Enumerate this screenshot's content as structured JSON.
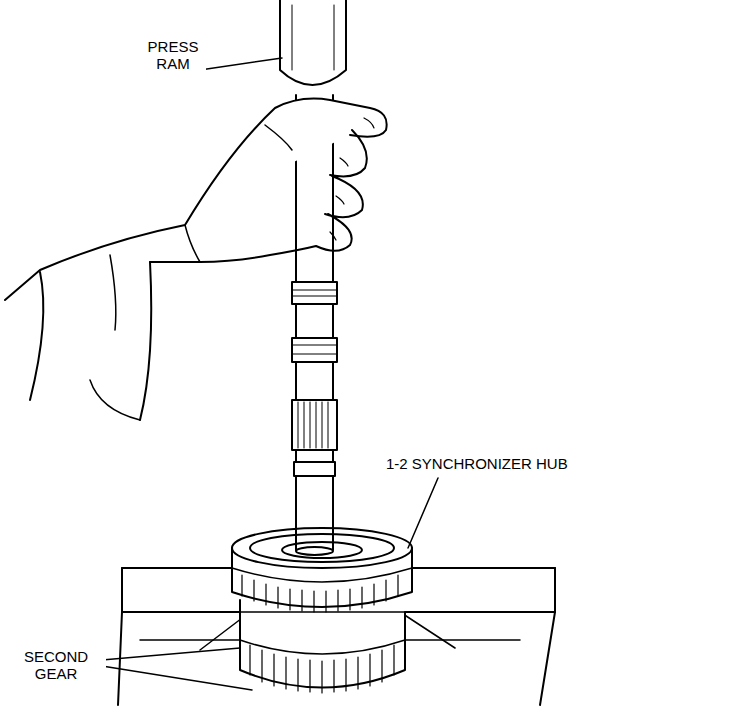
{
  "diagram": {
    "labels": [
      "PRESS RAM",
      "1-2 SYNCHRONIZER HUB",
      "SECOND GEAR"
    ]
  }
}
